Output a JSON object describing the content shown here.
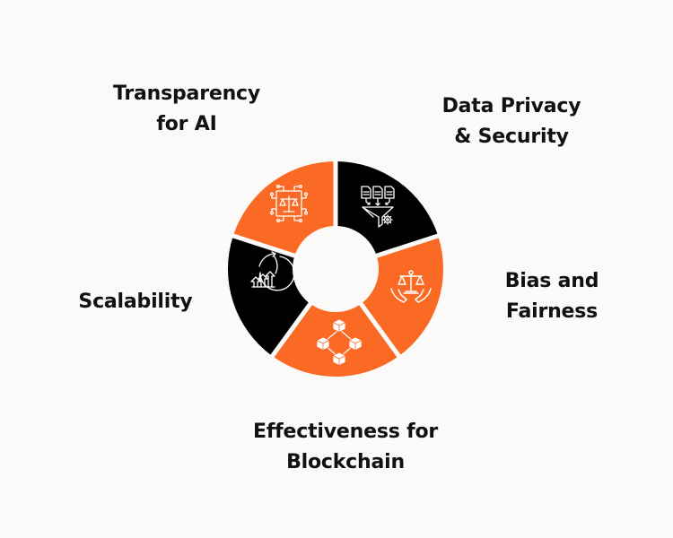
{
  "diagram": {
    "type": "segmented-donut",
    "colors": {
      "background": "#FCFAF8",
      "orange": "#FA6A25",
      "black": "#000000",
      "gap": "#FCFAF8",
      "text": "#111111",
      "icon_stroke": "#FFFFFF"
    },
    "segments": [
      {
        "id": "data-privacy-security",
        "label_lines": [
          "Data Privacy",
          "& Security"
        ],
        "color": "black",
        "icon": "funnel-documents-gear-icon"
      },
      {
        "id": "bias-fairness",
        "label_lines": [
          "Bias and",
          "Fairness"
        ],
        "color": "orange",
        "icon": "scales-hands-icon"
      },
      {
        "id": "effectiveness-blockchain",
        "label_lines": [
          "Effectiveness for",
          "Blockchain"
        ],
        "color": "orange",
        "icon": "blockchain-cubes-icon"
      },
      {
        "id": "scalability",
        "label_lines": [
          "Scalability"
        ],
        "color": "black",
        "icon": "growth-arrows-icon"
      },
      {
        "id": "transparency-ai",
        "label_lines": [
          "Transparency",
          "for AI"
        ],
        "color": "orange",
        "icon": "chip-scales-icon"
      }
    ]
  }
}
